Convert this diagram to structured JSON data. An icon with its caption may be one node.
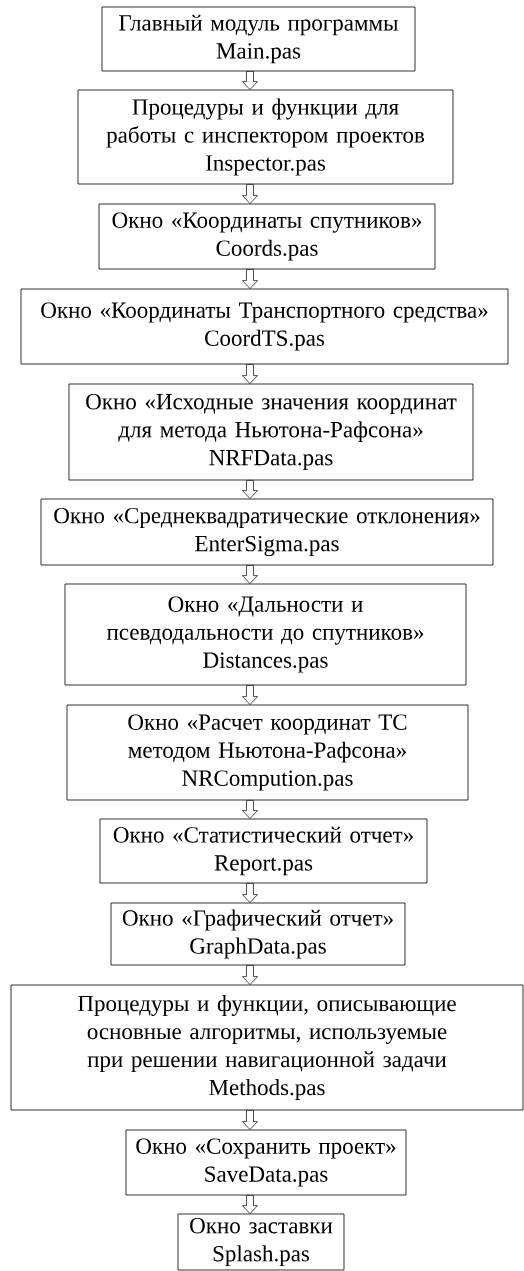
{
  "diagram": {
    "nodes": [
      {
        "text": [
          "Главный модуль программы",
          "Main.pas"
        ]
      },
      {
        "text": [
          "Процедуры и функции для работы с инспектором проектов",
          "Inspector.pas"
        ]
      },
      {
        "text": [
          "Окно «Координаты спутников»",
          "Coords.pas"
        ]
      },
      {
        "text": [
          "Окно «Координаты Транспортного средства»",
          "CoordTS.pas"
        ]
      },
      {
        "text": [
          "Окно «Исходные значения координат для метода Ньютона-Рафсона»",
          "NRFData.pas"
        ]
      },
      {
        "text": [
          "Окно «Среднеквадратические отклонения»",
          "EnterSigma.pas"
        ]
      },
      {
        "text": [
          "Окно «Дальности и псевдодальности до спутников»",
          "Distances.pas"
        ]
      },
      {
        "text": [
          "Окно «Расчет координат ТС методом Ньютона-Рафсона»",
          "NRCompution.pas"
        ]
      },
      {
        "text": [
          "Окно «Статистический отчет»",
          "Report.pas"
        ]
      },
      {
        "text": [
          "Окно «Графический отчет»",
          "GraphData.pas"
        ]
      },
      {
        "text": [
          "Процедуры и функции, описывающие основные алгоритмы, используемые при решении навигационной задачи",
          "Methods.pas"
        ]
      },
      {
        "text": [
          "Окно «Сохранить проект»",
          "SaveData.pas"
        ]
      },
      {
        "text": [
          "Окно заставки",
          "Splash.pas"
        ]
      }
    ],
    "edges": [
      {
        "from": 0,
        "to": 1,
        "arrow": "to"
      },
      {
        "from": 1,
        "to": 2,
        "arrow": "to"
      },
      {
        "from": 2,
        "to": 3,
        "arrow": "to"
      },
      {
        "from": 3,
        "to": 4,
        "arrow": "to"
      },
      {
        "from": 4,
        "to": 5,
        "arrow": "to"
      },
      {
        "from": 5,
        "to": 6,
        "arrow": "to"
      },
      {
        "from": 6,
        "to": 7,
        "arrow": "to"
      },
      {
        "from": 7,
        "to": 8,
        "arrow": "to"
      },
      {
        "from": 8,
        "to": 9,
        "arrow": "to"
      },
      {
        "from": 9,
        "to": 10,
        "arrow": "to"
      },
      {
        "from": 10,
        "to": 11,
        "arrow": "to"
      },
      {
        "from": 11,
        "to": 12,
        "arrow": "to"
      }
    ]
  }
}
